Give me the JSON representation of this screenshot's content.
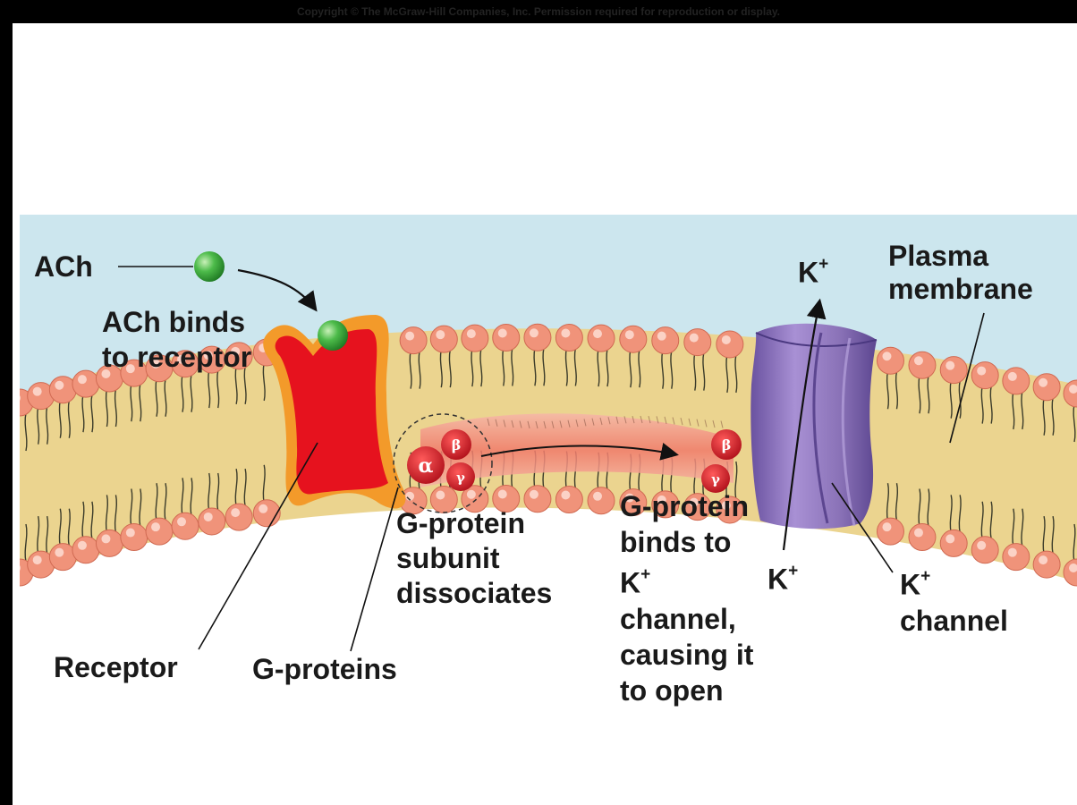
{
  "copyright": "Copyright © The McGraw-Hill Companies, Inc. Permission required for reproduction or display.",
  "labels": {
    "ach": "ACh",
    "ach_binds": [
      "ACh binds",
      "to receptor"
    ],
    "k_top": "K",
    "plasma_membrane": [
      "Plasma",
      "membrane"
    ],
    "g_protein_dissociates": [
      "G-protein",
      "subunit",
      "dissociates"
    ],
    "g_protein_binds": [
      "G-protein",
      "binds to",
      "K",
      "channel,",
      "causing it",
      "to open"
    ],
    "k_mid": "K",
    "k_channel": [
      "K",
      "channel"
    ],
    "receptor": "Receptor",
    "g_proteins": "G-proteins",
    "superscript_plus": "+"
  },
  "subunits": {
    "alpha": "α",
    "beta": "β",
    "gamma": "γ"
  },
  "colors": {
    "extracellular": "#cce6ee",
    "bilayer": "#ebd48f",
    "lipid_head": "#f0937a",
    "receptor_fill": "#e6121e",
    "receptor_outline": "#f39a2a",
    "channel": "#8b73b8",
    "ach": "#4dbb4a",
    "subunit": "#d9141f"
  }
}
